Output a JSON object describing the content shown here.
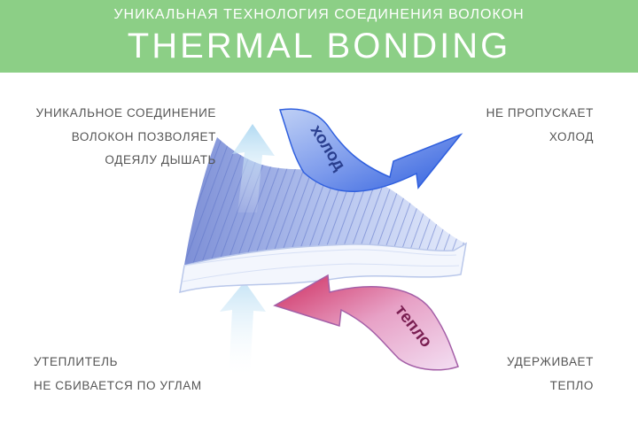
{
  "header": {
    "subtitle": "УНИКАЛЬНАЯ ТЕХНОЛОГИЯ СОЕДИНЕНИЯ ВОЛОКОН",
    "title": "THERMAL BONDING",
    "background_color": "#8ccf86"
  },
  "captions": {
    "top_left": [
      "УНИКАЛЬНОЕ СОЕДИНЕНИЕ",
      "ВОЛОКОН ПОЗВОЛЯЕТ",
      "ОДЕЯЛУ ДЫШАТЬ"
    ],
    "top_right": [
      "НЕ ПРОПУСКАЕТ",
      "ХОЛОД"
    ],
    "bottom_left": [
      "УТЕПЛИТЕЛЬ",
      "НЕ СБИВАЕТСЯ ПО УГЛАМ"
    ],
    "bottom_right": [
      "УДЕРЖИВАЕТ",
      "ТЕПЛО"
    ]
  },
  "arrows": {
    "cold_label": "холод",
    "warm_label": "тепло",
    "cold_color": "#3f6fe0",
    "warm_color": "#d8336a"
  }
}
